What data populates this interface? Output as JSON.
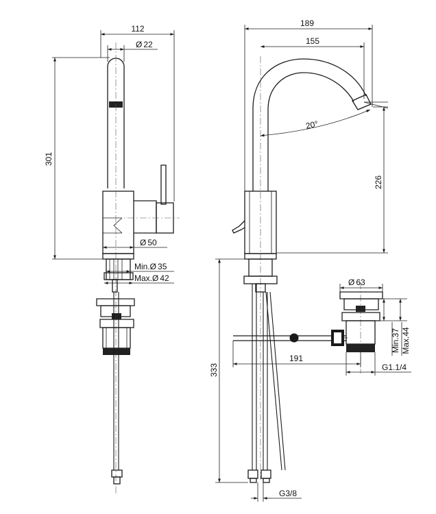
{
  "drawing": {
    "front": {
      "width": "112",
      "spout_diameter": "22",
      "height": "301",
      "body_diameter": "50",
      "hole_min": "35",
      "hole_max": "42",
      "min_prefix": "Min.",
      "max_prefix": "Max."
    },
    "side": {
      "width": "189",
      "reach": "155",
      "angle": "20°",
      "spout_height": "226",
      "below_deck": "333",
      "hose_thread": "G3/8"
    },
    "waste": {
      "diameter": "63",
      "rod_length": "191",
      "min_depth": "Min.37",
      "max_depth": "Max.44",
      "thread": "G1.1/4"
    },
    "diameter_symbol": "Ø"
  },
  "colors": {
    "line": "#1a1a1a",
    "text": "#111111",
    "background": "#ffffff"
  }
}
